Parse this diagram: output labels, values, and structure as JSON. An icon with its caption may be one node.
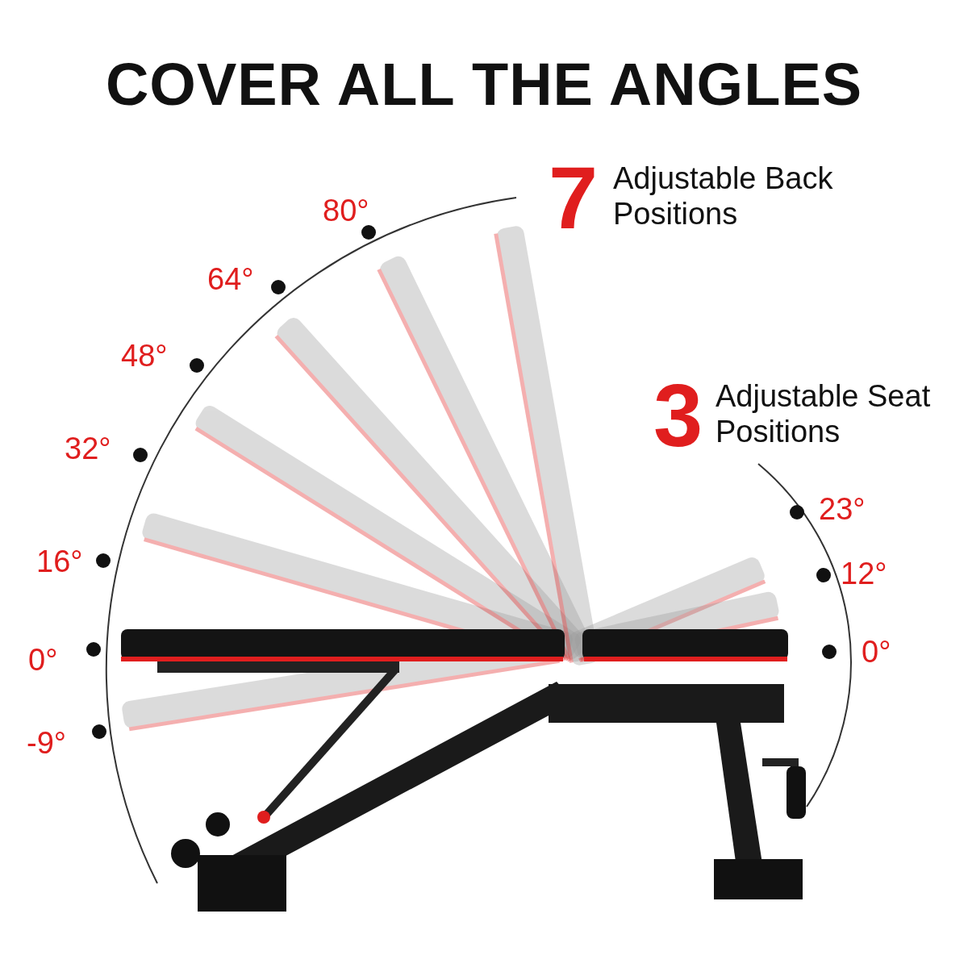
{
  "diagram": {
    "title": "COVER ALL THE ANGLES",
    "labels": [
      "80°",
      "7",
      "Adjustable Back Positions",
      "64°",
      "48°",
      "3",
      "Adjustable Seat Positions",
      "32°",
      "23°",
      "16°",
      "12°",
      "0°",
      "0°",
      "-9°"
    ]
  }
}
